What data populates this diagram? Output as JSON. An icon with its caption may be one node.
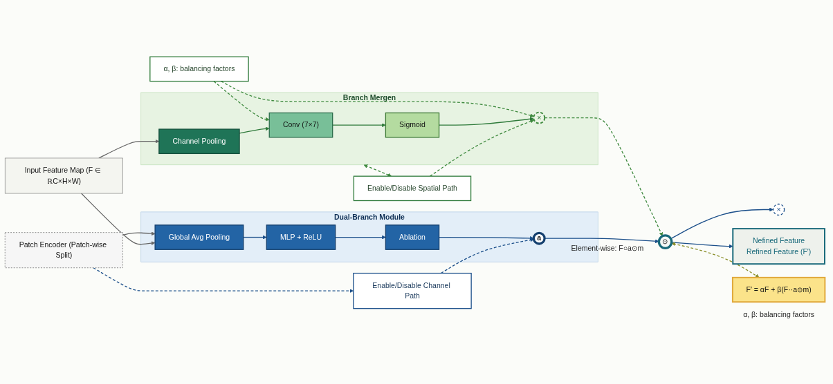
{
  "diagram": {
    "nodes": [
      {
        "text": [
          "Input Feature Map (F ∈ ℝC×H×W)"
        ]
      },
      {
        "text": [
          "Patch Encoder (Patch-wise Split)"
        ]
      },
      {
        "text": [
          "Enable/Disable Channel Path"
        ]
      },
      {
        "text": [
          "Dual-Branch Module"
        ]
      },
      {
        "text": [
          "Global Avg Pooling"
        ],
        "in": 3
      },
      {
        "text": [
          "MLP + ReLU"
        ],
        "in": 3
      },
      {
        "text": [
          "Ablation"
        ],
        "in": 3
      },
      {
        "text": [
          "a"
        ],
        "in": 3
      },
      {
        "text": [
          "×"
        ]
      },
      {
        "text": [
          "⊙"
        ],
        "beside": [
          "Element-wise: F○a⊙m"
        ]
      },
      {
        "text": [
          "Nefined Feature",
          "Refined Feature (F′)"
        ]
      },
      {
        "text": [
          "Enable/Disable Spatial Path"
        ]
      },
      {
        "text": [
          "Branch Mergen"
        ]
      },
      {
        "text": [
          "Channel Pooling"
        ],
        "in": 12
      },
      {
        "text": [
          "Conv (7×7)"
        ],
        "in": 12
      },
      {
        "text": [
          "Sigmoid"
        ],
        "in": 12
      },
      {
        "text": [
          "×"
        ],
        "in": 12
      },
      {
        "text": [
          "α, β: balancing factors"
        ]
      },
      {
        "text": [
          "F′ = αF + β(F··a⊙m)"
        ],
        "beside": [
          "α, β: balancing factors"
        ]
      }
    ],
    "edges": [
      {
        "from": 0,
        "to": 4,
        "arrow": "to",
        "color": "#666666"
      },
      {
        "from": 0,
        "to": 13,
        "arrow": "to",
        "color": "#666666"
      },
      {
        "from": 1,
        "to": 4,
        "arrow": "to",
        "color": "#666666"
      },
      {
        "from": 1,
        "to": 2,
        "arrow": "to",
        "style": "dashed"
      },
      {
        "from": 2,
        "to": 7,
        "arrow": "to",
        "style": "dashed"
      },
      {
        "from": 4,
        "to": 5,
        "arrow": "to"
      },
      {
        "from": 5,
        "to": 6,
        "arrow": "to"
      },
      {
        "from": 6,
        "to": 7,
        "arrow": "to"
      },
      {
        "from": 7,
        "to": 9,
        "arrow": "to"
      },
      {
        "from": 9,
        "to": 8,
        "arrow": "to"
      },
      {
        "from": 9,
        "to": 10,
        "arrow": "to"
      },
      {
        "from": 12,
        "to": 11,
        "arrow": "both",
        "style": "dashed",
        "color": "#3f8a3f"
      },
      {
        "from": 11,
        "to": 16,
        "arrow": "to",
        "style": "dashed",
        "color": "#3f8a3f"
      },
      {
        "from": 13,
        "to": 14,
        "arrow": "to",
        "color": "#2e7a3a"
      },
      {
        "from": 14,
        "to": 15,
        "arrow": "to",
        "color": "#2e7a3a"
      },
      {
        "from": 15,
        "to": 16,
        "arrow": "to",
        "color": "#2e7a3a"
      },
      {
        "from": 17,
        "to": 14,
        "arrow": "to",
        "style": "dashed",
        "color": "#3f8a3f"
      },
      {
        "from": 17,
        "to": 16,
        "arrow": "to",
        "style": "dashed",
        "color": "#3f8a3f"
      },
      {
        "from": 16,
        "to": 9,
        "arrow": "to",
        "style": "dashed",
        "color": "#3f8a3f"
      },
      {
        "from": 9,
        "to": 18,
        "arrow": "both",
        "style": "dashed",
        "color": "#8a8f2a"
      }
    ]
  }
}
